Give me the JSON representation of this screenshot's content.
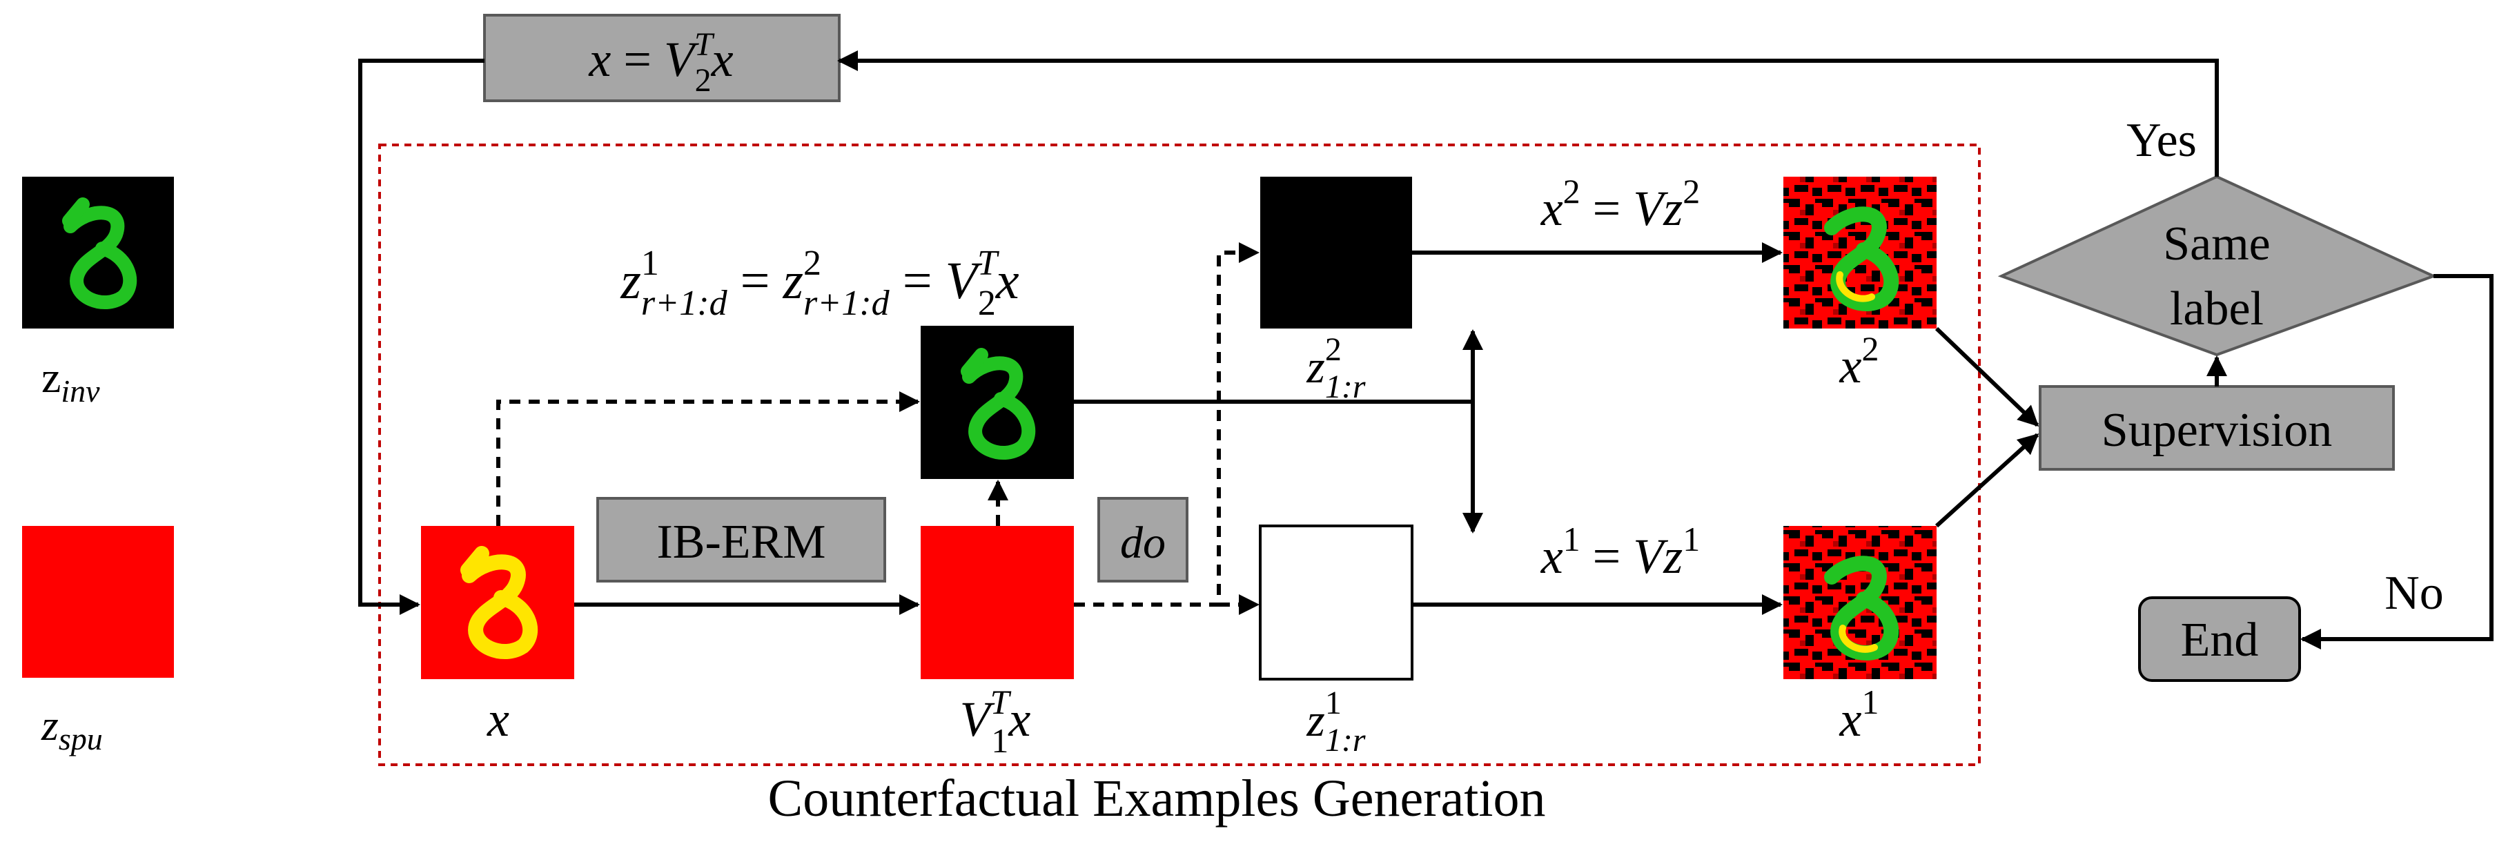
{
  "legend": {
    "inv_label": {
      "base": "z",
      "sub": "inv"
    },
    "spu_label": {
      "base": "z",
      "sub": "spu"
    }
  },
  "top_box": {
    "lhs": "x",
    "eq": "=",
    "v": "V",
    "sup": "T",
    "sub": "2",
    "rhs": "x"
  },
  "region": {
    "title": "Counterfactual Examples Generation"
  },
  "equation_z": {
    "z": "z",
    "sup1": "1",
    "sup2": "2",
    "sub": "r+1:d",
    "eq": "=",
    "v": "V",
    "vsup": "T",
    "vsub": "2",
    "x": "x"
  },
  "ib_erm": {
    "label": "IB-ERM"
  },
  "do_box": {
    "label": "do"
  },
  "input_x": {
    "label": "x"
  },
  "v1tx": {
    "v": "V",
    "sup": "T",
    "sub": "1",
    "x": "x"
  },
  "z2": {
    "base": "z",
    "sup": "2",
    "sub": "1:r"
  },
  "z1": {
    "base": "z",
    "sup": "1",
    "sub": "1:r"
  },
  "eq_x2": {
    "lhs": "x",
    "sup": "2",
    "eq": "=",
    "v": "Vz",
    "rsup": "2"
  },
  "eq_x1": {
    "lhs": "x",
    "sup": "1",
    "eq": "=",
    "v": "Vz",
    "rsup": "1"
  },
  "out_x2": {
    "base": "x",
    "sup": "2"
  },
  "out_x1": {
    "base": "x",
    "sup": "1"
  },
  "supervision": {
    "label": "Supervision"
  },
  "decision": {
    "line1": "Same",
    "line2": "label"
  },
  "yes_label": "Yes",
  "no_label": "No",
  "end_box": {
    "label": "End"
  },
  "colors": {
    "box_fill": "#a6a6a6",
    "box_stroke": "#595959",
    "red": "#ff0000",
    "green": "#22c322",
    "yellow": "#ffe500",
    "region_border": "#c00000"
  }
}
